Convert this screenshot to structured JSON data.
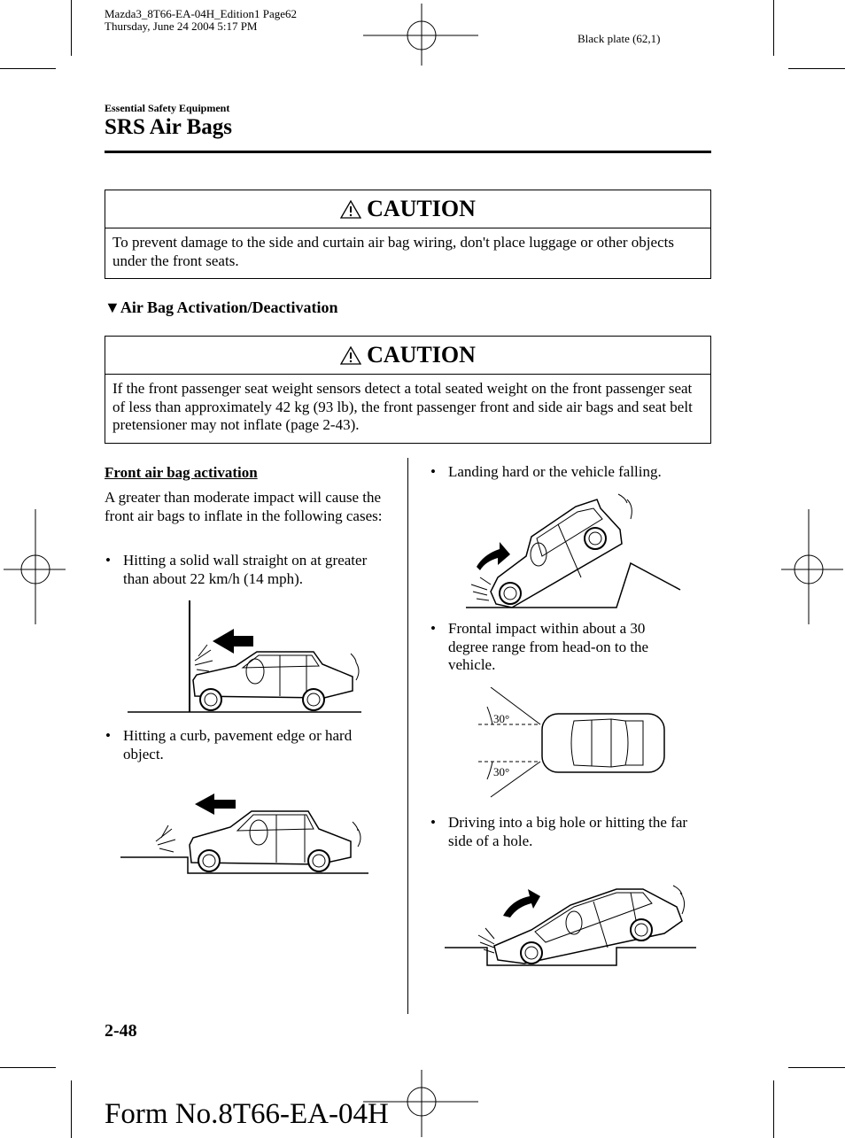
{
  "print_header": {
    "line1": "Mazda3_8T66-EA-04H_Edition1 Page62",
    "line2": "Thursday, June 24 2004 5:17 PM",
    "plate": "Black plate (62,1)"
  },
  "section": "Essential Safety Equipment",
  "title": "SRS Air Bags",
  "caution1": {
    "heading": "CAUTION",
    "body": "To prevent damage to the side and curtain air bag wiring, don't place luggage or other objects under the front seats."
  },
  "subheading": {
    "marker": "▼",
    "text": "Air Bag Activation/Deactivation"
  },
  "caution2": {
    "heading": "CAUTION",
    "body": "If the front passenger seat weight sensors detect a total seated weight on the front passenger seat of less than approximately 42 kg (93 lb), the front passenger front and side air bags and seat belt pretensioner may not inflate (page 2-43)."
  },
  "left_column": {
    "heading": "Front air bag activation",
    "intro": "A greater than moderate impact will cause the front air bags to inflate in the following cases:",
    "bullets": [
      "Hitting a solid wall straight on at greater than about 22 km/h (14 mph).",
      "Hitting a curb, pavement edge or hard object."
    ]
  },
  "right_column": {
    "bullets": [
      "Landing hard or the vehicle falling.",
      "Frontal impact within about a 30 degree range from head-on to the vehicle.",
      "Driving into a big hole or hitting the far side of a hole."
    ],
    "angle_labels": [
      "30°",
      "30°"
    ]
  },
  "bullet_glyph": "•",
  "page_number": "2-48",
  "form_number": "Form No.8T66-EA-04H"
}
